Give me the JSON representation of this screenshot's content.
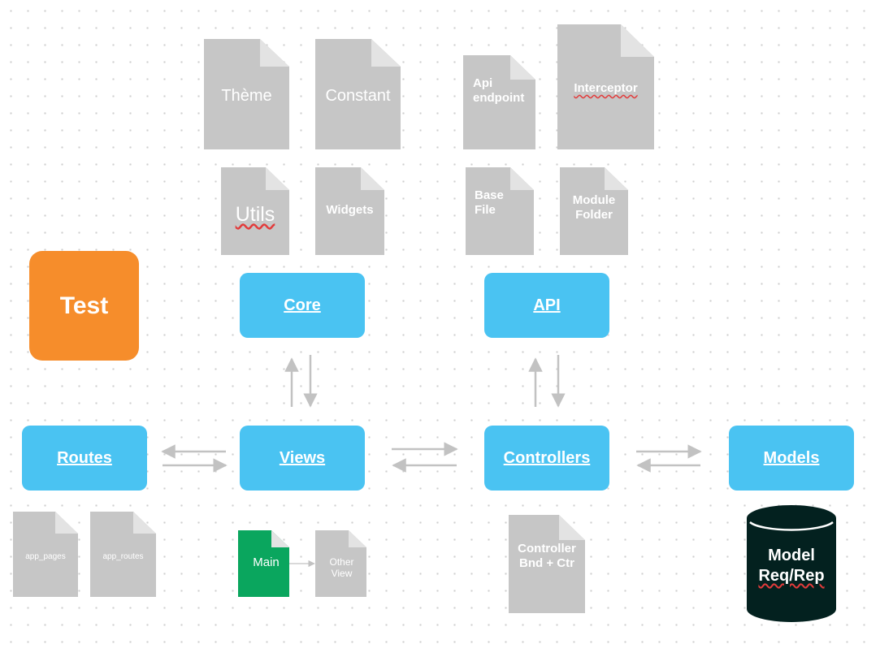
{
  "colors": {
    "doc_gray": "#c6c6c6",
    "doc_fold": "#e3e3e3",
    "main_green": "#0aa65e",
    "box_blue": "#4ac3f2",
    "test_orange": "#f68d2b",
    "db_dark": "#03211f",
    "arrow_gray": "#c2c2c2"
  },
  "docs": {
    "theme": "Thème",
    "constant": "Constant",
    "utils": "Utils",
    "widgets": "Widgets",
    "api_endpoint": "Api\nendpoint",
    "interceptor": "Interceptor",
    "base_file": "Base\n   File",
    "module_folder": "Module\nFolder",
    "app_pages": "app_pages",
    "app_routes": "app_routes",
    "main": "Main",
    "other_view": "Other\nView",
    "controller_bnd": "Controller\nBnd + Ctr"
  },
  "boxes": {
    "test": "Test",
    "core": "Core",
    "api": "API",
    "routes": "Routes",
    "views": "Views",
    "controllers": "Controllers",
    "models": "Models"
  },
  "database": {
    "line1": "Model",
    "line2": "Req/Rep"
  }
}
